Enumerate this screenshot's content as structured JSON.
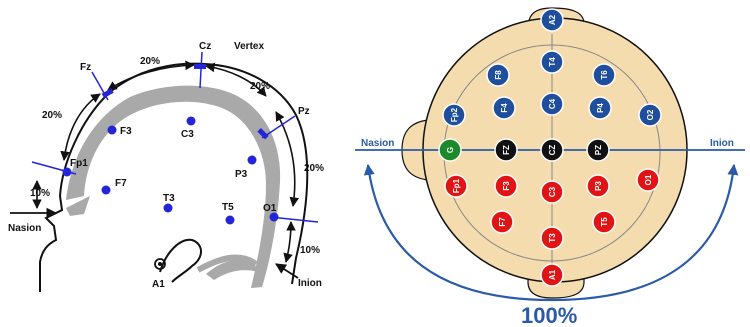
{
  "left_panel": {
    "header": "Vertex",
    "landmarks": {
      "nasion": "Nasion",
      "inion": "Inion",
      "ear": "A1"
    },
    "percentages": {
      "front_low": "10%",
      "front_arc": "20%",
      "top_left": "20%",
      "top_right": "20%",
      "back_arc": "20%",
      "back_low": "10%"
    },
    "electrodes": {
      "fp1": "Fp1",
      "fz": "Fz",
      "cz": "Cz",
      "pz": "Pz",
      "f3": "F3",
      "c3": "C3",
      "p3": "P3",
      "f7": "F7",
      "t3": "T3",
      "t5": "T5",
      "o1": "O1"
    }
  },
  "right_panel": {
    "nasion": "Nasion",
    "inion": "Inion",
    "total": "100%",
    "electrodes": {
      "a2": "A2",
      "f8": "F8",
      "t4": "T4",
      "t6": "T6",
      "fp2": "Fp2",
      "f4": "F4",
      "c4": "C4",
      "p4": "P4",
      "o2": "O2",
      "g": "G",
      "fz": "FZ",
      "cz": "CZ",
      "pz": "PZ",
      "fp1": "Fp1",
      "f3": "F3",
      "c3": "C3",
      "p3": "P3",
      "o1": "O1",
      "f7": "F7",
      "t3": "T3",
      "t5": "T5",
      "a1": "A1"
    }
  },
  "colors": {
    "head_fill": "#f5dcae",
    "right_hemisphere": "#1f4f9c",
    "midline": "#111111",
    "left_hemisphere": "#e01414",
    "ground": "#1a8a2a",
    "arrow_blue": "#2a5aa8",
    "electrode_dot": "#2424d8",
    "brain_gray": "#a9a9a9"
  }
}
